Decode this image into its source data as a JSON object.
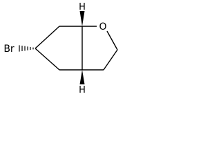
{
  "structure": {
    "atoms": {
      "oxygen": "O",
      "bromine": "Br",
      "hydrogen_top": "H",
      "hydrogen_bottom": "H"
    },
    "bond_color": "#000000",
    "background_color": "#ffffff"
  }
}
